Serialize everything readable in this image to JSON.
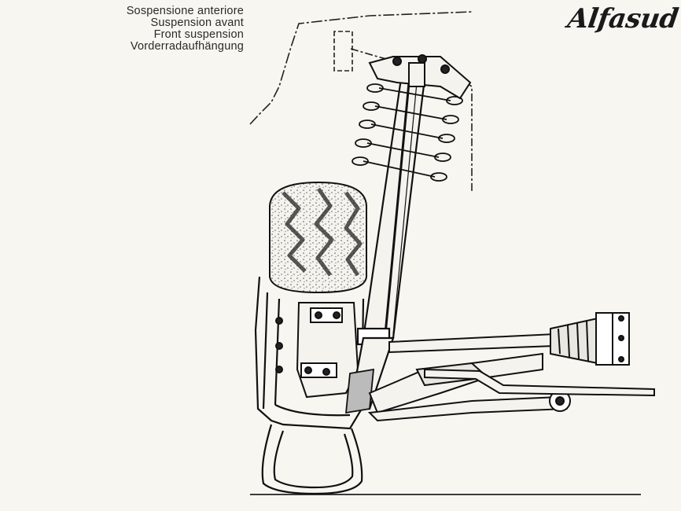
{
  "titles": {
    "it": "Sospensione anteriore",
    "fr": "Suspension avant",
    "en": "Front suspension",
    "de": "Vorderradaufhängung"
  },
  "brand": {
    "logo_text": "Alfasud"
  },
  "colors": {
    "paper": "#f7f6f1",
    "ink": "#1a1a1a"
  }
}
